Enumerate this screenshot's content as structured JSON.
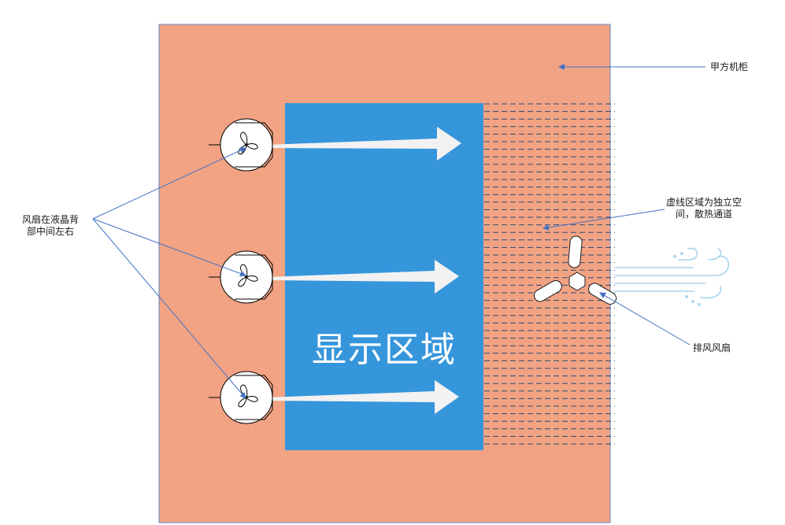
{
  "labels": {
    "cabinet": "甲方机柜",
    "fans_line1": "风扇在液晶背",
    "fans_line2": "部中间左右",
    "dashed_line1": "虚线区域为独立空",
    "dashed_line2": "间，散热通道",
    "exhaust": "排风风扇",
    "display": "显示区域"
  },
  "colors": {
    "cabinet_fill": "#F2A383",
    "cabinet_border": "#5B8BC9",
    "display_fill": "#3696DB",
    "arrow_fill": "#F2F2F2",
    "leader_line": "#4472C4",
    "dash_line": "#2E4C74",
    "wind": "#A9D4EE"
  },
  "icons": [
    "intake-fan-icon",
    "exhaust-fan-icon",
    "wind-icon"
  ],
  "intake_fan_count": 3
}
